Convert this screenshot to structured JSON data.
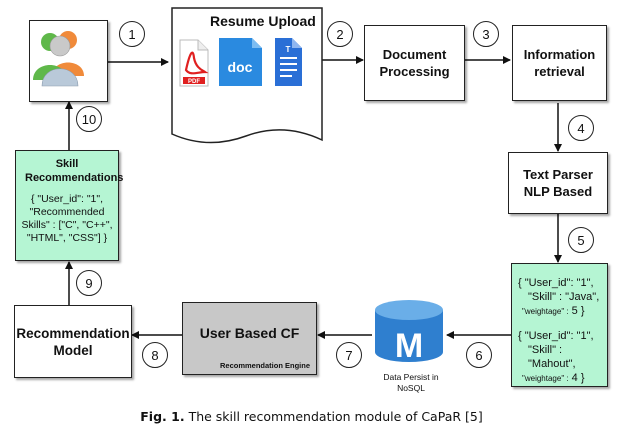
{
  "users_node": {
    "icon": "users-group-icon"
  },
  "resume_upload": {
    "title": "Resume Upload",
    "pdf_label": "PDF",
    "doc_label": "doc",
    "gdoc_glyph": "T",
    "icons": [
      "pdf-file-icon",
      "doc-file-icon",
      "google-docs-icon"
    ]
  },
  "document_processing": {
    "label": "Document Processing"
  },
  "information_retrieval": {
    "label": "Information retrieval"
  },
  "text_parser": {
    "label": "Text Parser NLP Based"
  },
  "parsed_records": {
    "record1": {
      "line1": "{ \"User_id\": \"1\",",
      "line2": "\"Skill\" : \"Java\",",
      "weight_key": "\"weightage\" :",
      "weight_val": " 5 }"
    },
    "record2": {
      "line1": "{ \"User_id\": \"1\",",
      "line2": "\"Skill\" : \"Mahout\",",
      "weight_key": "\"weightage\" :",
      "weight_val": " 4 }"
    }
  },
  "datastore": {
    "letter": "M",
    "caption": "Data Persist in NoSQL"
  },
  "user_based_cf": {
    "title": "User Based CF",
    "subtitle": "Recommendation Engine"
  },
  "recommendation_model": {
    "label": "Recommendation Model"
  },
  "skill_recommendations": {
    "title": "Skill Recommendations",
    "l1": "{ \"User_id\": \"1\",",
    "l2": "\"Recommended",
    "l3": "Skills\" : [\"C\", \"C++\",",
    "l4": "\"HTML\", \"CSS\"] }"
  },
  "steps": [
    "1",
    "2",
    "3",
    "4",
    "5",
    "6",
    "7",
    "8",
    "9",
    "10"
  ],
  "caption": {
    "prefix": "Fig. 1.",
    "text": " The skill recommendation module of CaPaR [5]"
  },
  "colors": {
    "green_box": "#b5f5d3",
    "cf_box": "#c8c8c8",
    "db_blue": "#2f7fcf",
    "pdf_red": "#e02020",
    "doc_blue": "#2a8ae0"
  }
}
